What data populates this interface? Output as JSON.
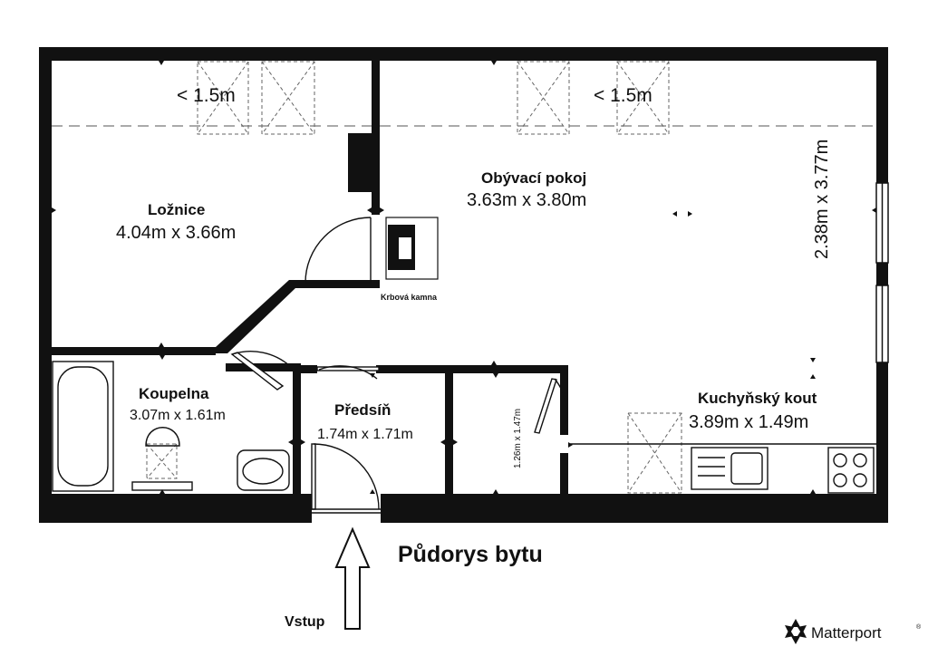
{
  "rooms": {
    "loznice": {
      "name": "Ložnice",
      "dims": "4.04m x 3.66m"
    },
    "obyvaci": {
      "name": "Obývací pokoj",
      "dims": "3.63m x 3.80m"
    },
    "koupelna": {
      "name": "Koupelna",
      "dims": "3.07m x 1.61m"
    },
    "predsin": {
      "name": "Předsíň",
      "dims": "1.74m x 1.71m"
    },
    "kuchyn": {
      "name": "Kuchyňský kout",
      "dims": "3.89m x 1.49m"
    },
    "komora": {
      "dims": "1.26m x 1.47m"
    },
    "niche": {
      "dims": "2.38m x 3.77m"
    }
  },
  "low_ceiling_labels": {
    "left": "< 1.5m",
    "right": "< 1.5m"
  },
  "stove_label": "Krbová kamna",
  "plan_title": "Půdorys bytu",
  "entry_label": "Vstup",
  "brand": {
    "name": "Matterport",
    "trademark": "®"
  },
  "colors": {
    "wall": "#111111",
    "dash": "#777777",
    "paper": "#ffffff"
  }
}
